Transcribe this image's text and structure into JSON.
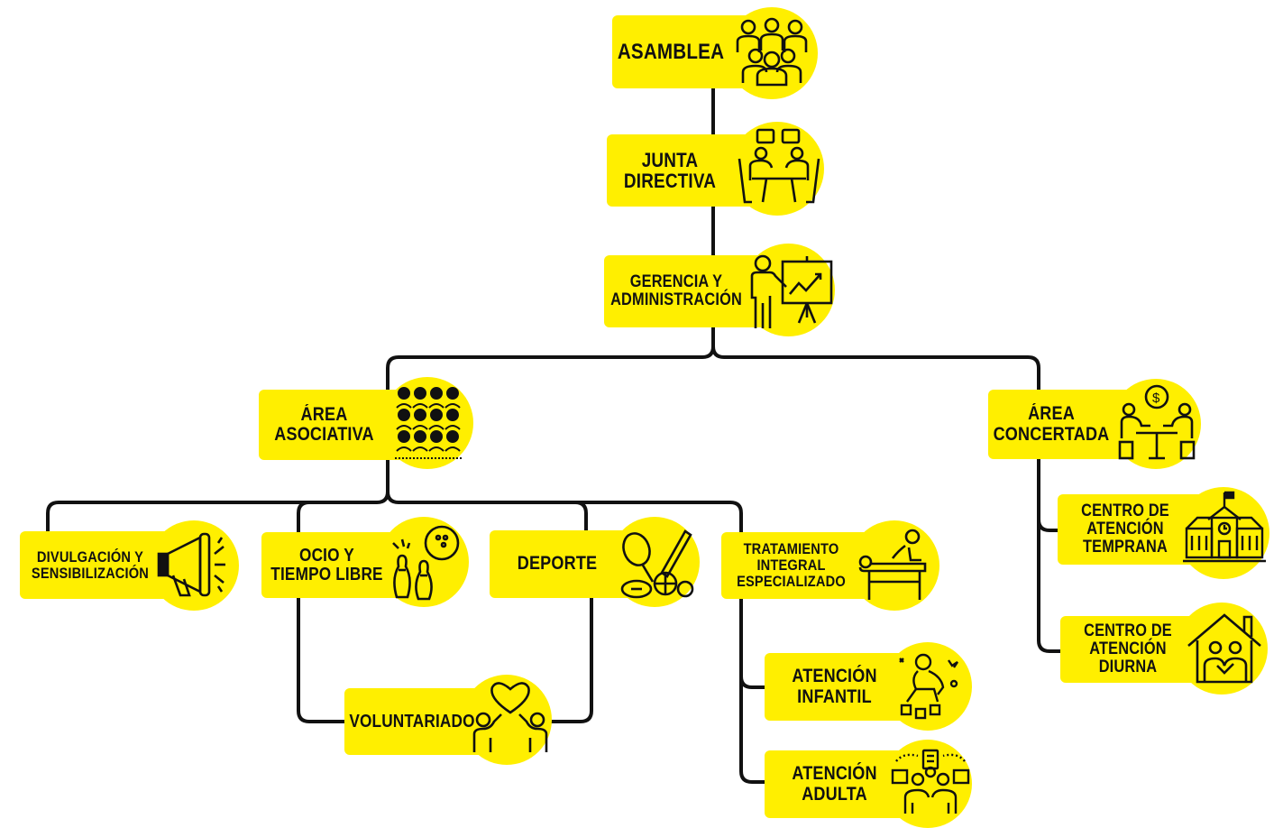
{
  "org_chart": {
    "asamblea": "ASAMBLEA",
    "junta": "JUNTA\nDIRECTIVA",
    "gerencia": "GERENCIA Y\nADMINISTRACIÓN",
    "area_asociativa": "ÁREA\nASOCIATIVA",
    "area_concertada": "ÁREA\nCONCERTADA",
    "divulgacion": "DIVULGACIÓN Y\nSENSIBILIZACIÓN",
    "ocio": "OCIO Y\nTIEMPO LIBRE",
    "deporte": "DEPORTE",
    "tratamiento": "TRATAMIENTO\nINTEGRAL\nESPECIALIZADO",
    "voluntariado": "VOLUNTARIADO",
    "atencion_infantil": "ATENCIÓN\nINFANTIL",
    "atencion_adulta": "ATENCIÓN\nADULTA",
    "centro_temprana": "CENTRO DE\nATENCIÓN\nTEMPRANA",
    "centro_diurna": "CENTRO DE\nATENCIÓN\nDIURNA"
  },
  "colors": {
    "node_fill": "#ffef00",
    "connector": "#111111",
    "text": "#111111"
  },
  "icons": {
    "asamblea": "group-of-people-icon",
    "junta": "meeting-table-icon",
    "gerencia": "presenter-board-icon",
    "area_asociativa": "audience-icon",
    "area_concertada": "money-negotiation-icon",
    "divulgacion": "megaphone-icon",
    "ocio": "bowling-icon",
    "deporte": "sports-equipment-icon",
    "tratamiento": "massage-therapy-icon",
    "voluntariado": "heart-hands-icon",
    "atencion_infantil": "child-playing-icon",
    "atencion_adulta": "adult-group-icon",
    "centro_temprana": "school-building-icon",
    "centro_diurna": "house-family-icon"
  }
}
